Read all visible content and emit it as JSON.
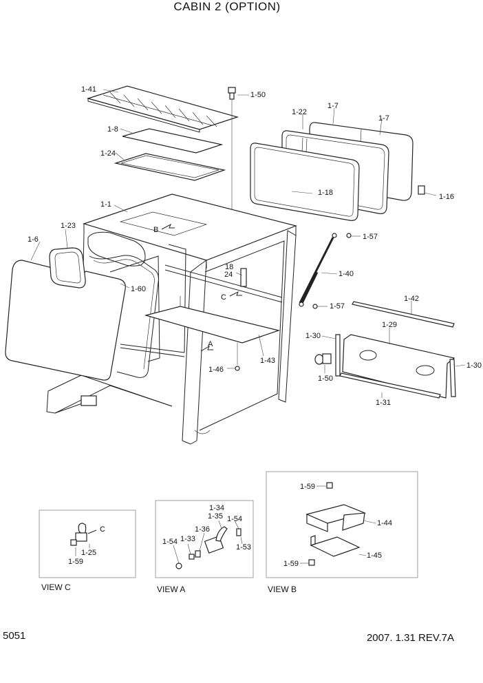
{
  "title": "CABIN 2 (OPTION)",
  "page_number": "5051",
  "revision": "2007. 1.31 REV.7A",
  "views": {
    "c": "VIEW C",
    "a": "VIEW A",
    "b": "VIEW B"
  },
  "callouts": {
    "p1_41": "1-41",
    "p1_50_top": "1-50",
    "p1_8": "1-8",
    "p1_24": "1-24",
    "p1_22": "1-22",
    "p1_7a": "1-7",
    "p1_7b": "1-7",
    "p1_16": "1-16",
    "p1_18": "1-18",
    "p1_1": "1-1",
    "p1_23": "1-23",
    "p1_6": "1-6",
    "p1_60": "1-60",
    "p1_57a": "1-57",
    "p1_40": "1-40",
    "p18": "18",
    "p24": "24",
    "p1_57b": "1-57",
    "p1_42": "1-42",
    "p1_29": "1-29",
    "p1_30a": "1-30",
    "p1_30b": "1-30",
    "p1_50": "1-50",
    "p1_31": "1-31",
    "p1_43": "1-43",
    "p1_46": "1-46",
    "arrow_b": "B",
    "arrow_c": "C",
    "arrow_a": "A",
    "vc_c": "C",
    "vc_1_25": "1-25",
    "vc_1_59": "1-59",
    "va_1_34": "1-34",
    "va_1_35": "1-35",
    "va_1_54a": "1-54",
    "va_1_36": "1-36",
    "va_1_33": "1-33",
    "va_1_54b": "1-54",
    "va_1_53": "1-53",
    "vb_1_59a": "1-59",
    "vb_1_44": "1-44",
    "vb_1_45": "1-45",
    "vb_1_59b": "1-59"
  }
}
